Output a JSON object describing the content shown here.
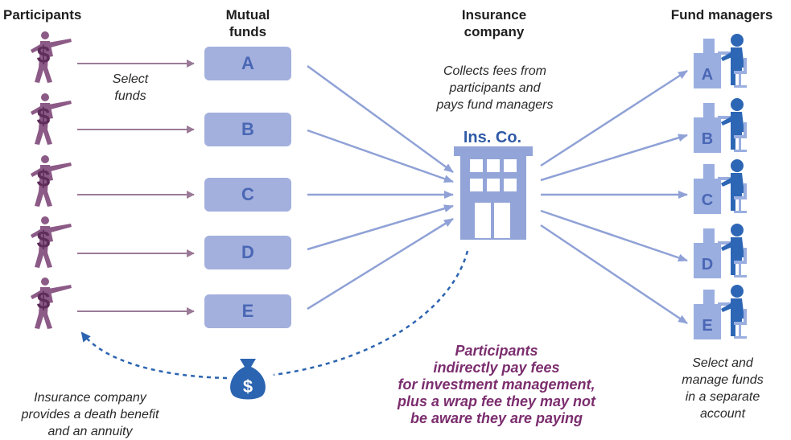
{
  "headers": {
    "participants": "Participants",
    "mutual_funds": "Mutual\nfunds",
    "insurance_company": "Insurance\ncompany",
    "fund_managers": "Fund managers"
  },
  "notes": {
    "select_funds": "Select\nfunds",
    "collects_fees": "Collects fees from\nparticipants and\npays fund managers",
    "select_manage": "Select and\nmanage funds\nin a separate\naccount",
    "death_benefit": "Insurance company\nprovides a death benefit\nand an annuity"
  },
  "insurance_label": "Ins. Co.",
  "funds": [
    "A",
    "B",
    "C",
    "D",
    "E"
  ],
  "manager_labels": [
    "A",
    "B",
    "C",
    "D",
    "E"
  ],
  "money_bag_symbol": "$",
  "callout": "Participants\nindirectly pay fees\nfor investment management,\nplus a wrap fee they may not\nbe aware they are paying",
  "colors": {
    "participant": "#8c5a86",
    "participant_arrow": "#9b7a98",
    "fund_box": "#a3b0dd",
    "fund_text": "#4a67b5",
    "building": "#93a5d8",
    "flow_arrow": "#8fa1d6",
    "manager_figure": "#2d66b5",
    "dashed": "#2b64b0",
    "callout": "#7b2d6e"
  }
}
